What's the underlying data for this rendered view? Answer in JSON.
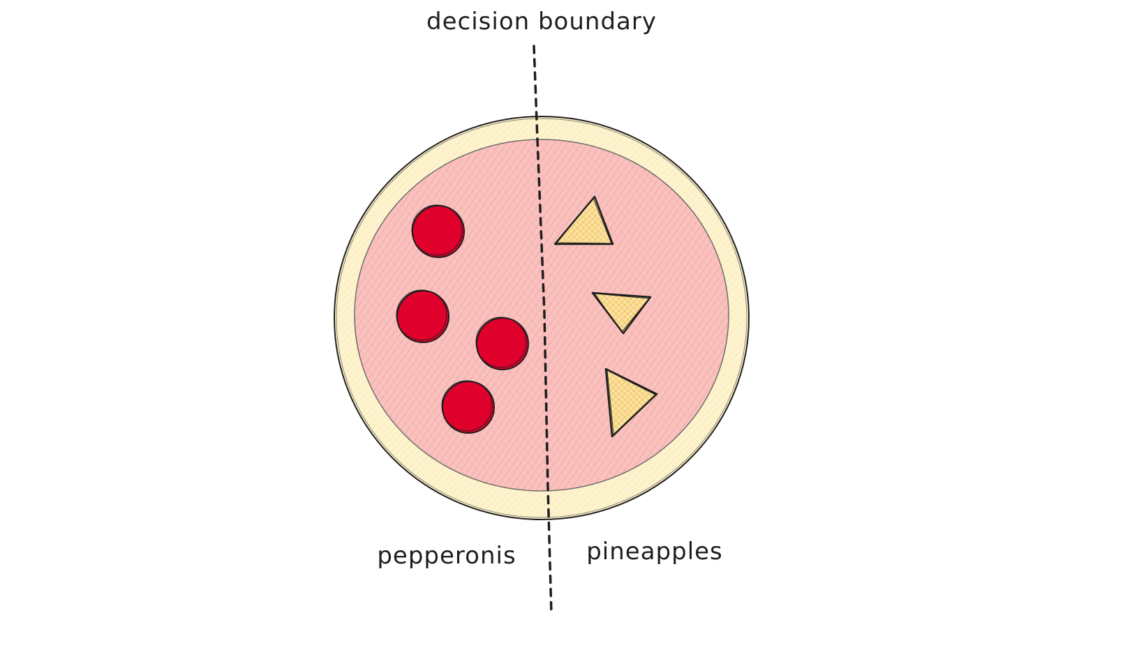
{
  "diagram": {
    "labels": {
      "boundary": "decision boundary",
      "left_class": "pepperonis",
      "right_class": "pineapples"
    },
    "colors": {
      "background": "#ffffff",
      "crust_fill": "#fdf1c6",
      "sauce_fill": "#f7b7b4",
      "pepperoni_fill": "#e0002c",
      "pineapple_fill": "#f9d27a",
      "stroke": "#1e1e1e"
    },
    "counts": {
      "pepperonis": 4,
      "pineapples": 3
    },
    "shapes": {
      "pepperoni": "circle",
      "pineapple": "triangle",
      "pizza": "circle",
      "boundary": "dashed-line"
    }
  }
}
